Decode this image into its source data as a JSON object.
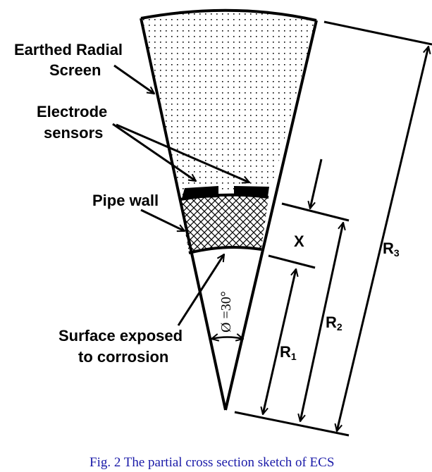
{
  "figure": {
    "caption": "Fig. 2 The partial cross section sketch of ECS",
    "caption_color": "#1a1aa8"
  },
  "labels": {
    "screen_line1": "Earthed Radial",
    "screen_line2": "Screen",
    "sensors_line1": "Electrode",
    "sensors_line2": "sensors",
    "pipe_wall": "Pipe wall",
    "surface_line1": "Surface exposed",
    "surface_line2": "to corrosion",
    "angle": "Ø =30°",
    "x": "X",
    "r1": "R",
    "r1_sub": "1",
    "r2": "R",
    "r2_sub": "2",
    "r3": "R",
    "r3_sub": "3"
  },
  "regions": [
    {
      "name": "earthed-radial-screen",
      "fill": "dotted"
    },
    {
      "name": "electrode-sensors",
      "fill": "solid-black",
      "count": 2
    },
    {
      "name": "pipe-wall",
      "fill": "cross-hatched"
    },
    {
      "name": "bore",
      "fill": "empty"
    }
  ],
  "sector_angle_deg": 30
}
